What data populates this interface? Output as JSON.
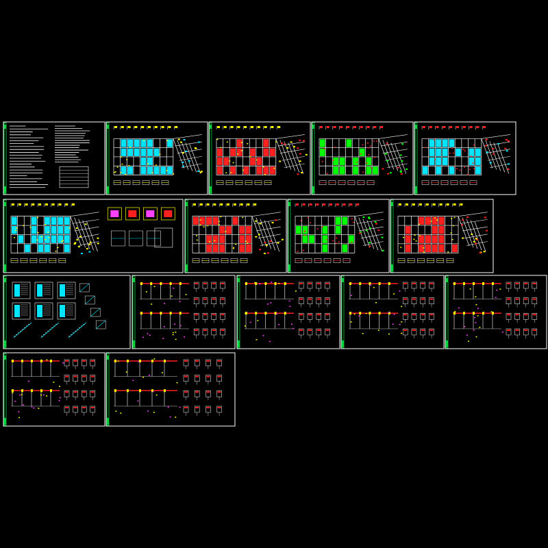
{
  "viewer": {
    "background": "#000000"
  },
  "colors": {
    "frame": "#ffffff",
    "titlestrip": "#00d23c",
    "green": "#00ff00",
    "red": "#ff2020",
    "cyan": "#00e5ff",
    "yellow": "#ffff00",
    "magenta": "#ff40ff",
    "white": "#ffffff",
    "grey": "#a0a0a0"
  },
  "sheets": [
    {
      "name": "design-notes-sheet",
      "kind": "text"
    },
    {
      "name": "foundation-plan-sheet",
      "kind": "plan-cyan"
    },
    {
      "name": "floor-plan-sheet-a",
      "kind": "plan-red"
    },
    {
      "name": "floor-plan-sheet-b",
      "kind": "plan-green"
    },
    {
      "name": "floor-plan-sheet-c",
      "kind": "plan-cyan-red"
    },
    {
      "name": "foundation-detail-sheet",
      "kind": "plan-detail"
    },
    {
      "name": "beam-plan-sheet-a",
      "kind": "plan-red"
    },
    {
      "name": "beam-plan-sheet-b",
      "kind": "plan-green"
    },
    {
      "name": "beam-plan-sheet-c",
      "kind": "plan-red"
    },
    {
      "name": "stair-detail-sheet",
      "kind": "stairs"
    },
    {
      "name": "section-sheet-a",
      "kind": "sections"
    },
    {
      "name": "section-sheet-b",
      "kind": "sections"
    },
    {
      "name": "section-sheet-c",
      "kind": "sections"
    },
    {
      "name": "section-sheet-d",
      "kind": "sections"
    },
    {
      "name": "section-sheet-e",
      "kind": "sections"
    },
    {
      "name": "section-sheet-f",
      "kind": "sections"
    }
  ]
}
